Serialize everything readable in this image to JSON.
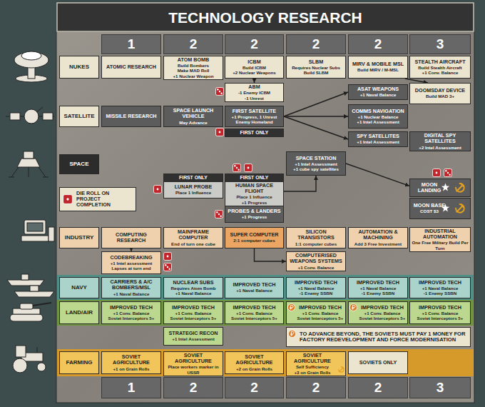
{
  "diagram": {
    "title": "TECHNOLOGY RESEARCH",
    "nodes": [
      {
        "text": [
          "1"
        ]
      },
      {
        "text": [
          "2"
        ]
      },
      {
        "text": [
          "2"
        ]
      },
      {
        "text": [
          "2"
        ]
      },
      {
        "text": [
          "2"
        ]
      },
      {
        "text": [
          "3"
        ]
      },
      {
        "text": [
          "NUKES"
        ]
      },
      {
        "text": [
          "ATOMIC RESEARCH"
        ]
      },
      {
        "text": [
          "ATOM BOMB",
          "Build Bombers",
          "Make MAD Roll",
          "+1 Nuclear Weapon"
        ]
      },
      {
        "text": [
          "ICBM",
          "Build ICBM",
          "+2 Nuclear Weapons"
        ]
      },
      {
        "text": [
          "SLBM",
          "Requires Nuclear Subs",
          "Build SLBM"
        ]
      },
      {
        "text": [
          "MIRV & MOBILE MSL",
          "Build MIRV / M-MSL"
        ]
      },
      {
        "text": [
          "STEALTH AIRCRAFT",
          "Build Stealth Aircraft",
          "+1 Conv. Balance"
        ]
      },
      {
        "text": [
          "ABM",
          "-1 Enemy ICBM",
          "-1 Unrest"
        ]
      },
      {
        "text": [
          "ASAT WEAPONS",
          "+1 Naval Balance"
        ]
      },
      {
        "text": [
          "DOOMSDAY DEVICE",
          "Build MAD 3+"
        ]
      },
      {
        "text": [
          "SATELLITE"
        ]
      },
      {
        "text": [
          "MISSILE RESEARCH"
        ]
      },
      {
        "text": [
          "SPACE LAUNCH VEHICLE",
          "May Advance"
        ]
      },
      {
        "text": [
          "FIRST SATELLITE",
          "+1 Progress, 1 Unrest Enemy Homeland"
        ]
      },
      {
        "text": [
          "COMMS NAVIGATION",
          "+1 Nuclear Balance",
          "+1 Intel Assessment"
        ]
      },
      {
        "text": [
          "FIRST ONLY"
        ]
      },
      {
        "text": [
          "SPY SATELLITES",
          "+1 Intel Assessment"
        ]
      },
      {
        "text": [
          "DIGITAL SPY SATELLITES",
          "+2 Intel Assessment"
        ]
      },
      {
        "text": [
          "SPACE"
        ]
      },
      {
        "text": [
          "SPACE STATION",
          "+1 Intel Assessment",
          "+1 cube spy satellites"
        ]
      },
      {
        "text": [
          "FIRST ONLY"
        ]
      },
      {
        "text": [
          "FIRST ONLY"
        ]
      },
      {
        "text": [
          "MOON LANDING"
        ]
      },
      {
        "text": [
          "LUNAR PROBE",
          "Place 1 Influence"
        ]
      },
      {
        "text": [
          "HUMAN SPACE FLIGHT",
          "Place 1 Influence",
          "+1 Progress"
        ]
      },
      {
        "text": [
          "MOON BASE",
          "COST $3"
        ]
      },
      {
        "text": [
          "PROBES & LANDERS",
          "+1 Progress"
        ]
      },
      {
        "text": [
          "INDUSTRY"
        ]
      },
      {
        "text": [
          "COMPUTING RESEARCH"
        ]
      },
      {
        "text": [
          "MAINFRAME COMPUTER",
          "End of turn one cube"
        ]
      },
      {
        "text": [
          "SUPER COMPUTER",
          "2:1 computer cubes"
        ]
      },
      {
        "text": [
          "SILICON TRANSISTORS",
          "1:1 computer cubes"
        ]
      },
      {
        "text": [
          "AUTOMATION & MACHINING",
          "Add 3 Free Investment"
        ]
      },
      {
        "text": [
          "INDUSTRIAL AUTOMATION",
          "One Free Military Build Per Turn"
        ]
      },
      {
        "text": [
          "CODEBREAKING",
          "+1 Intel assessment",
          "Lapses at turn end"
        ]
      },
      {
        "text": [
          "COMPUTERISED WEAPONS SYSTEMS",
          "+1 Conv. Balance"
        ]
      },
      {
        "text": [
          "NAVY"
        ]
      },
      {
        "text": [
          "CARRIERS & A/C BOMBERS/MSL",
          "+1 Naval Balance"
        ]
      },
      {
        "text": [
          "NUCLEAR SUBS",
          "Requires Atom Bomb",
          "+1 Naval Balance"
        ]
      },
      {
        "text": [
          "IMPROVED TECH",
          "+1 Naval Balance"
        ]
      },
      {
        "text": [
          "IMPROVED TECH",
          "+1 Naval Balance",
          "-1 Enemy SSBN"
        ]
      },
      {
        "text": [
          "IMPROVED TECH",
          "+1 Naval Balance",
          "-1 Enemy SSBN"
        ]
      },
      {
        "text": [
          "IMPROVED TECH",
          "+1 Naval Balance",
          "-1 Enemy SSBN"
        ]
      },
      {
        "text": [
          "LAND/AIR"
        ]
      },
      {
        "text": [
          "IMPROVED TECH",
          "+1 Conv. Balance",
          "Soviet Interceptors 5+"
        ]
      },
      {
        "text": [
          "IMPROVED TECH",
          "+1 Conv. Balance",
          "Soviet Interceptors 5+"
        ]
      },
      {
        "text": [
          "IMPROVED TECH",
          "+1 Conv. Balance",
          "Soviet Interceptors 5+"
        ]
      },
      {
        "text": [
          "IMPROVED TECH",
          "+1 Conv. Balance",
          "Soviet Interceptors 5+"
        ]
      },
      {
        "text": [
          "IMPROVED TECH",
          "+1 Conv. Balance",
          "Soviet Interceptors 5+"
        ]
      },
      {
        "text": [
          "IMPROVED TECH",
          "+1 Conv. Balance",
          "Soviet Interceptors 5+"
        ]
      },
      {
        "text": [
          "STRATEGIC RECON",
          "+1 Intel Assessment"
        ]
      },
      {
        "text": [
          "TO ADVANCE BEYOND, THE SOVIETS MUST PAY 1 MONEY FOR FACTORY REDEVELOPMENT AND FORCE MODERNISATION"
        ]
      },
      {
        "text": [
          "FARMING"
        ]
      },
      {
        "text": [
          "SOVIET AGRICULTURE",
          "+1 on Grain Rolls"
        ]
      },
      {
        "text": [
          "SOVIET AGRICULTURE",
          "Place workers marker in USSR"
        ]
      },
      {
        "text": [
          "SOVIET AGRICULTURE",
          "+2 on Grain Rolls"
        ]
      },
      {
        "text": [
          "SOVIET AGRICULTURE",
          "Self Sufficiency",
          "+3 on Grain Rolls"
        ]
      },
      {
        "text": [
          "SOVIETS ONLY"
        ]
      },
      {
        "text": [
          "1"
        ]
      },
      {
        "text": [
          "2"
        ]
      },
      {
        "text": [
          "2"
        ]
      },
      {
        "text": [
          "2"
        ]
      },
      {
        "text": [
          "2"
        ]
      },
      {
        "text": [
          "3"
        ]
      }
    ],
    "edges": [
      {
        "from": 9,
        "to": 13,
        "arrow": "to"
      },
      {
        "from": 11,
        "to": 15,
        "arrow": "to"
      },
      {
        "from": 19,
        "to": 14,
        "arrow": "to"
      },
      {
        "from": 19,
        "to": 20,
        "arrow": "to"
      },
      {
        "from": 19,
        "to": 22,
        "arrow": "to"
      },
      {
        "from": 30,
        "to": 25,
        "arrow": "to"
      },
      {
        "from": 25,
        "to": 28,
        "arrow": "to"
      },
      {
        "from": 34,
        "to": 40,
        "arrow": "to"
      },
      {
        "from": 36,
        "to": 41,
        "arrow": "to"
      }
    ],
    "legend": [
      {
        "text": "DIE ROLL ON PROJECT COMPLETION"
      }
    ]
  }
}
